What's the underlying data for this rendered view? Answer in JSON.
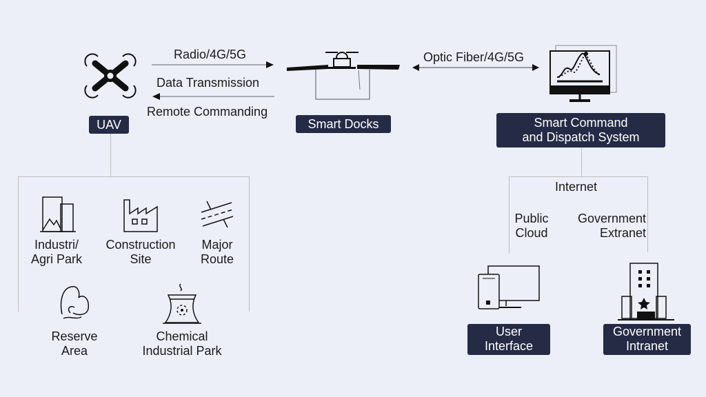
{
  "nodes": {
    "uav": "UAV",
    "smart_docks": "Smart Docks",
    "command_line1": "Smart Command",
    "command_line2": "and Dispatch System",
    "user_interface_line1": "User",
    "user_interface_line2": "Interface",
    "gov_intranet_line1": "Government",
    "gov_intranet_line2": "Intranet"
  },
  "links": {
    "radio": "Radio/4G/5G",
    "data_transmission": "Data Transmission",
    "remote_commanding": "Remote Commanding",
    "optic_fiber": "Optic Fiber/4G/5G",
    "internet": "Internet",
    "public_cloud_line1": "Public",
    "public_cloud_line2": "Cloud",
    "gov_extranet_line1": "Government",
    "gov_extranet_line2": "Extranet"
  },
  "scenarios": [
    {
      "line1": "Industri/",
      "line2": "Agri Park",
      "icon": "industrial-park-icon"
    },
    {
      "line1": "Construction",
      "line2": "Site",
      "icon": "factory-icon"
    },
    {
      "line1": "Major",
      "line2": "Route",
      "icon": "road-icon"
    },
    {
      "line1": "Reserve",
      "line2": "Area",
      "icon": "reserve-icon"
    },
    {
      "line1": "Chemical",
      "line2": "Industrial Park",
      "icon": "cooling-tower-icon"
    }
  ],
  "colors": {
    "background": "#eceff8",
    "badge": "#252a45",
    "badge_text": "#ffffff",
    "connector": "#bdbdbd"
  }
}
